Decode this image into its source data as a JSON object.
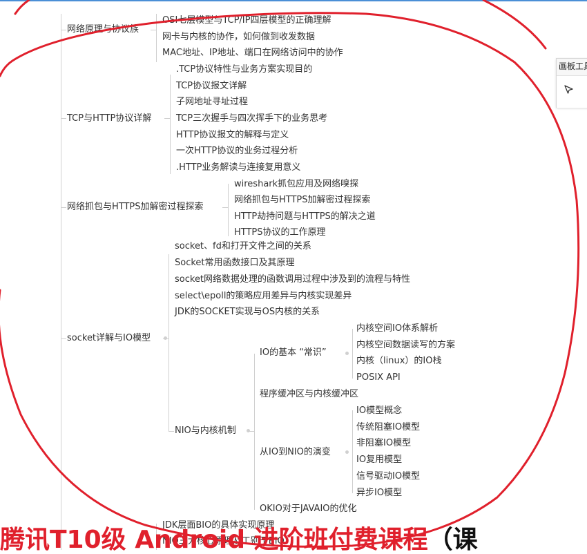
{
  "mindmap": {
    "groups": [
      {
        "label": "网络原理与协议族",
        "items": [
          "OSI七层模型与TCP/IP四层模型的正确理解",
          "网卡与内核的协作，如何做到收发数据",
          "MAC地址、IP地址、端口在网络访问中的协作"
        ]
      },
      {
        "label": "TCP与HTTP协议详解",
        "items": [
          ".TCP协议特性与业务方案实现目的",
          "TCP协议报文详解",
          "子网地址寻址过程",
          "TCP三次握手与四次挥手下的业务思考",
          "HTTP协议报文的解释与定义",
          "一次HTTP协议的业务过程分析",
          ".HTTP业务解读与连接复用意义"
        ]
      },
      {
        "label": "网络抓包与HTTPS加解密过程探索",
        "items": [
          "wireshark抓包应用及网络嗅探",
          "网络抓包与HTTPS加解密过程探索",
          "HTTP劫持问题与HTTPS的解决之道",
          "HTTPS协议的工作原理"
        ]
      },
      {
        "label": "socket详解与IO模型",
        "items": [
          "socket、fd和打开文件之间的关系",
          "Socket常用函数接口及其原理",
          "socket网络数据处理的函数调用过程中涉及到的流程与特性",
          "select\\epoll的策略应用差异与内核实现差异",
          "JDK的SOCKET实现与OS内核的关系"
        ],
        "nio": {
          "label": "NIO与内核机制",
          "basics": {
            "label": "IO的基本 “常识”",
            "items": [
              "内核空间IO体系解析",
              "内核空间数据读写的方案",
              "内核（linux）的IO栈",
              "POSIX  API"
            ]
          },
          "buffer": "程序缓冲区与内核缓冲区",
          "evolution": {
            "label": "从IO到NIO的演变",
            "items": [
              "IO模型概念",
              "传统阻塞IO模型",
              "非阻塞IO模型",
              "IO复用模型",
              "信号驱动IO模型",
              "异步IO模型"
            ]
          },
          "okio": "OKIO对于JAVAIO的优化"
        }
      }
    ],
    "tail_items": [
      "JDK层面BIO的具体实现原理",
      "NIO三大核心原理及工别于BIO"
    ]
  },
  "toolbox": {
    "title": "画板工具",
    "pointer_icon": "cursor-pointer-icon"
  },
  "banner": {
    "red_text": "腾讯T10级 Android 进阶班付费课程",
    "black_text": "（课"
  },
  "colors": {
    "annotation_red": "#e0202c",
    "topline_blue": "#4a8fd6"
  }
}
